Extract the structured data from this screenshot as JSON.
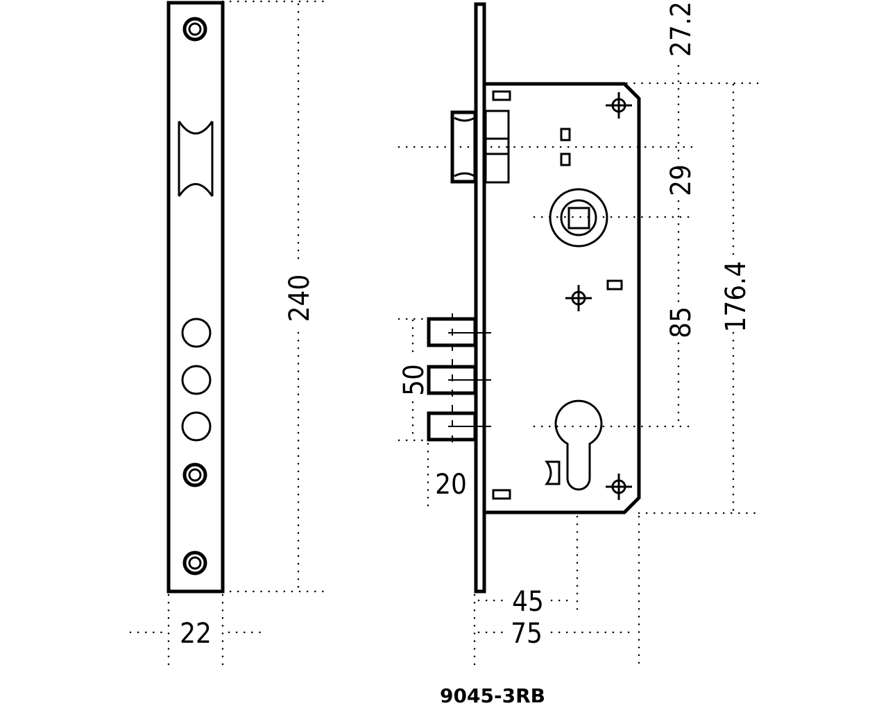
{
  "model": "9045-3RB",
  "dimensions": {
    "faceplate_length": "240",
    "faceplate_width": "22",
    "top_offset": "27.2",
    "latch_to_spindle": "29",
    "spindle_to_cylinder": "85",
    "case_height": "176.4",
    "bolt_spacing": "50",
    "bolt_throw": "20",
    "backset": "45",
    "case_depth": "75"
  }
}
